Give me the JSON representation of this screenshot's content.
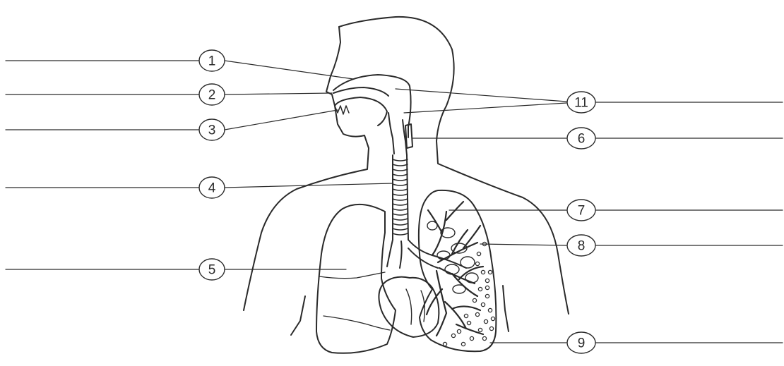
{
  "diagram": {
    "labels": {
      "l1": "1",
      "l2": "2",
      "l3": "3",
      "l4": "4",
      "l5": "5",
      "l6": "6",
      "l7": "7",
      "l8": "8",
      "l9": "9",
      "l11": "11"
    },
    "colors": {
      "ink": "#2a2a2a",
      "paper": "#ffffff"
    }
  }
}
